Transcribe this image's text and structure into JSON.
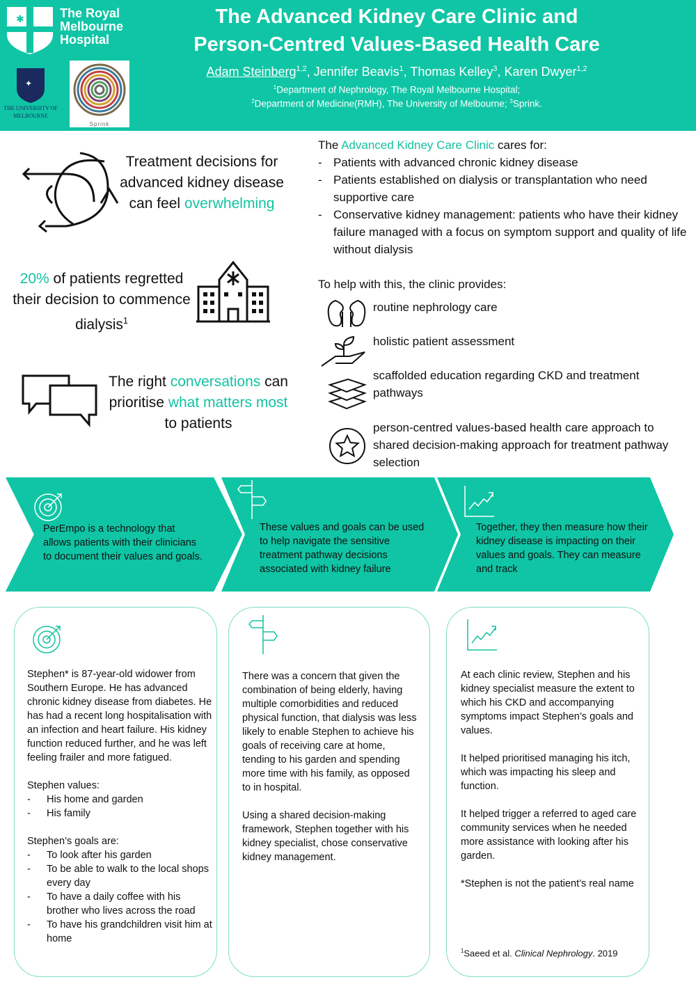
{
  "header": {
    "logo_rmh": "The Royal Melbourne Hospital",
    "logo_uom": "THE UNIVERSITY OF MELBOURNE",
    "logo_sprink": "Sprink",
    "title_line1": "The Advanced Kidney Care Clinic and",
    "title_line2": "Person-Centred Values-Based Health Care",
    "authors": [
      {
        "name": "Adam Steinberg",
        "sup": "1,2"
      },
      {
        "name": "Jennifer Beavis",
        "sup": "1"
      },
      {
        "name": "Thomas Kelley",
        "sup": "3"
      },
      {
        "name": "Karen Dwyer",
        "sup": "1,2"
      }
    ],
    "aff1": "Department of Nephrology, The Royal Melbourne Hospital;",
    "aff2a": "Department of Medicine(RMH), The University of Melbourne; ",
    "aff2b": "Sprink."
  },
  "left": {
    "b1_a": "Treatment decisions for advanced kidney disease can feel ",
    "b1_b": "overwhelming",
    "b2_a": "20%",
    "b2_b": " of patients regretted their decision to commence dialysis",
    "b2_sup": "1",
    "b3_a": "The right ",
    "b3_b": "conversations",
    "b3_c": " can prioritise ",
    "b3_d": "what matters most",
    "b3_e": " to patients"
  },
  "right": {
    "intro_a": "The ",
    "intro_b": "Advanced Kidney Care Clinic",
    "intro_c": " cares for:",
    "cares": [
      "Patients with advanced chronic kidney disease",
      "Patients established on dialysis or transplantation who need supportive care",
      "Conservative kidney management: patients who have their kidney failure managed with a focus on symptom support and quality of life without dialysis"
    ],
    "provides_label": "To help with this, the clinic provides:",
    "provides": [
      {
        "icon": "kidney-icon",
        "text": "routine nephrology care"
      },
      {
        "icon": "plant-hand-icon",
        "text": "holistic patient assessment"
      },
      {
        "icon": "books-icon",
        "text": "scaffolded education regarding CKD and treatment pathways"
      },
      {
        "icon": "star-icon",
        "text": "person-centred values-based health care approach to shared decision-making approach for treatment pathway selection"
      }
    ]
  },
  "chevrons": [
    {
      "icon": "target-icon",
      "text": "PerEmpo is a technology that allows patients with their clinicians to document their values and goals."
    },
    {
      "icon": "signpost-icon",
      "text": "These values and goals can be used to help navigate the sensitive treatment pathway decisions associated with kidney failure"
    },
    {
      "icon": "chart-icon",
      "text": "Together, they then measure how their kidney disease is impacting on their values and goals. They can measure and track"
    }
  ],
  "boxes": {
    "b1_intro": "Stephen* is 87-year-old widower from Southern Europe. He has advanced chronic kidney disease from diabetes. He has had a recent long hospitalisation with an infection and heart failure. His kidney function reduced further, and he was left feeling frailer and more fatigued.",
    "b1_values_label": "Stephen values:",
    "b1_values": [
      "His home and garden",
      "His family"
    ],
    "b1_goals_label": "Stephen’s goals are:",
    "b1_goals": [
      "To look after his garden",
      "To be able to walk to the local shops every day",
      "To have a daily coffee with his brother who lives across the road",
      "To have his grandchildren visit him at home"
    ],
    "b2_p1": "There was a concern that given the combination of  being elderly, having multiple comorbidities and reduced physical function, that dialysis was  less likely to enable Stephen to achieve his goals of receiving care at home, tending to his garden and spending more time with his family, as opposed to in hospital.",
    "b2_p2": "Using a shared decision-making framework, Stephen together with his kidney specialist, chose conservative kidney management.",
    "b3_p1": "At each clinic review, Stephen and his kidney specialist measure the extent to which his CKD and accompanying symptoms  impact Stephen’s goals and values.",
    "b3_p2": "It helped prioritised managing his itch, which was impacting his sleep and function.",
    "b3_p3": "It helped trigger a referred to aged care community services when he needed more assistance with looking after his garden.",
    "b3_p4": "*Stephen is not the patient’s real name",
    "ref_sup": "1",
    "ref_a": "Saeed et al. ",
    "ref_b": "Clinical Nephrology",
    "ref_c": ". 2019"
  },
  "colors": {
    "accent": "#0fc5a5",
    "border": "#7fdcc9"
  }
}
